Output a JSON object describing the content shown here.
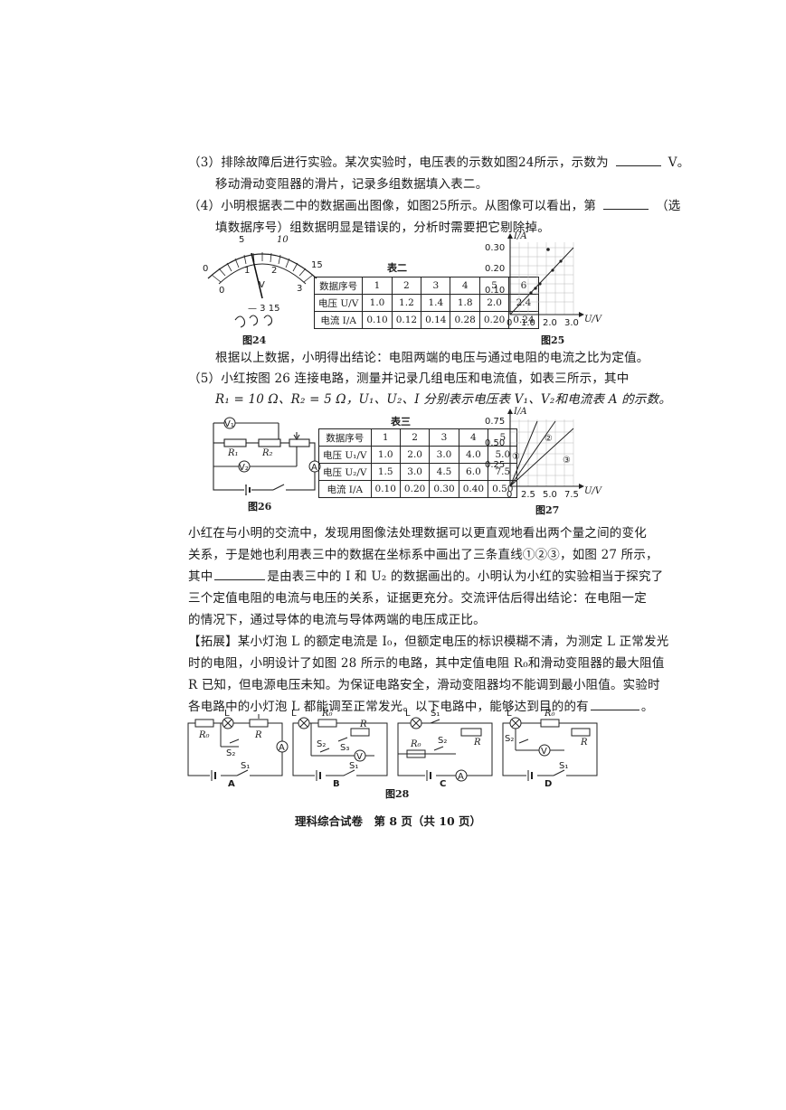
{
  "q3": {
    "line1_a": "（3）排除故障后进行实验。某次实验时，电压表的示数如图24所示，示数为",
    "line1_b": "V。",
    "line2": "移动滑动变阻器的滑片，记录多组数据填入表二。"
  },
  "q4": {
    "line1_a": "（4）小明根据表二中的数据画出图像，如图25所示。从图像可以看出，第",
    "line1_b": "（选",
    "line2": "填数据序号）组数据明显是错误的，分析时需要把它剔除掉。"
  },
  "fig24": {
    "caption": "图24",
    "scale_top": [
      "0",
      "5",
      "10",
      "15"
    ],
    "scale_bottom": [
      "0",
      "1",
      "2",
      "3"
    ],
    "unit": "V",
    "terminals": "— 3 15"
  },
  "table2": {
    "title": "表二",
    "rows": [
      [
        "数据序号",
        "1",
        "2",
        "3",
        "4",
        "5",
        "6"
      ],
      [
        "电压 U/V",
        "1.0",
        "1.2",
        "1.4",
        "1.8",
        "2.0",
        "2.4"
      ],
      [
        "电流 I/A",
        "0.10",
        "0.12",
        "0.14",
        "0.28",
        "0.20",
        "0.24"
      ]
    ]
  },
  "fig25": {
    "caption": "图25",
    "ylabel": "I/A",
    "xlabel": "U/V",
    "yticks": [
      "0.30",
      "0.20",
      "0.10"
    ],
    "xticks": [
      "0",
      "1.0",
      "2.0",
      "3.0"
    ]
  },
  "conclusion1": "根据以上数据，小明得出结论：电阻两端的电压与通过电阻的电流之比为定值。",
  "q5": {
    "line1": "（5）小红按图 26 连接电路，测量并记录几组电压和电流值，如表三所示，其中",
    "line2": "R₁ = 10 Ω、R₂ = 5 Ω，U₁、U₂、I 分别表示电压表 V₁、V₂和电流表 A 的示数。"
  },
  "fig26": {
    "caption": "图26",
    "r1": "R₁",
    "r2": "R₂",
    "v1": "V₁",
    "v2": "V₂",
    "a": "A"
  },
  "table3": {
    "title": "表三",
    "rows": [
      [
        "数据序号",
        "1",
        "2",
        "3",
        "4",
        "5"
      ],
      [
        "电压 U₁/V",
        "1.0",
        "2.0",
        "3.0",
        "4.0",
        "5.0"
      ],
      [
        "电压 U₂/V",
        "1.5",
        "3.0",
        "4.5",
        "6.0",
        "7.5"
      ],
      [
        "电流 I/A",
        "0.10",
        "0.20",
        "0.30",
        "0.40",
        "0.50"
      ]
    ]
  },
  "fig27": {
    "caption": "图27",
    "ylabel": "I/A",
    "xlabel": "U/V",
    "yticks": [
      "0.75",
      "0.50",
      "0.25"
    ],
    "xticks": [
      "0",
      "2.5",
      "5.0",
      "7.5"
    ],
    "lines": [
      "①",
      "②",
      "③"
    ]
  },
  "para1": {
    "l1": "小红在与小明的交流中，发现用图像法处理数据可以更直观地看出两个量之间的变化",
    "l2": "关系，于是她也利用表三中的数据在坐标系中画出了三条直线①②③，如图 27 所示，",
    "l3_a": "其中",
    "l3_b": "是由表三中的 I 和 U₂ 的数据画出的。小明认为小红的实验相当于探究了",
    "l4": "三个定值电阻的电流与电压的关系，证据更充分。交流评估后得出结论：在电阻一定",
    "l5": "的情况下，通过导体的电流与导体两端的电压成正比。"
  },
  "ext": {
    "l1": "【拓展】某小灯泡 L 的额定电流是 I₀，但额定电压的标识模糊不清，为测定 L 正常发光",
    "l2": "时的电阻，小明设计了如图 28 所示的电路，其中定值电阻 R₀和滑动变阻器的最大阻值",
    "l3": "R 已知，但电源电压未知。为保证电路安全，滑动变阻器均不能调到最小阻值。实验时",
    "l4_a": "各电路中的小灯泡 L 都能调至正常发光。以下电路中，能够达到目的的有",
    "l4_b": "。"
  },
  "fig28": {
    "caption": "图28",
    "options": [
      "A",
      "B",
      "C",
      "D"
    ],
    "labels": {
      "l": "L",
      "r0": "R₀",
      "r": "R",
      "s1": "S₁",
      "s2": "S₂",
      "s3": "S₃",
      "v": "V",
      "a": "A"
    }
  },
  "footer": "理科综合试卷　第 8 页（共 10 页）"
}
